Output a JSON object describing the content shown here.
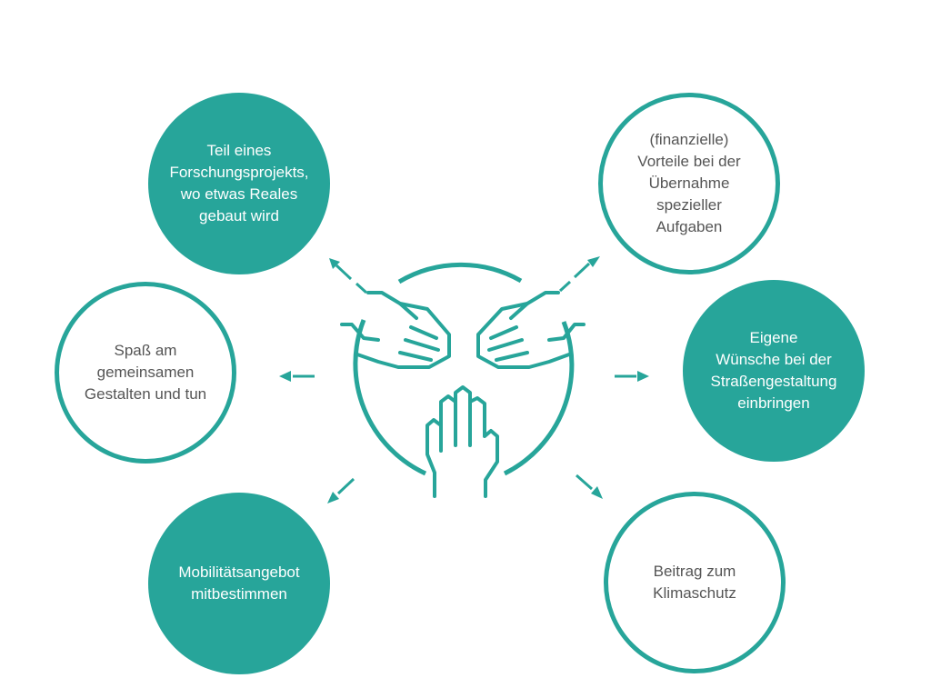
{
  "colors": {
    "accent": "#27a59a",
    "text_dark": "#555555",
    "text_light": "#ffffff"
  },
  "center_icon": "three-hands-icon",
  "nodes": [
    {
      "id": "research-project",
      "label": "Teil eines\nForschungsprojekts,\nwo etwas Reales\ngebaut wird",
      "style": "filled"
    },
    {
      "id": "financial-benefits",
      "label": "(finanzielle)\nVorteile bei der\nÜbernahme spezieller\nAufgaben",
      "style": "outline"
    },
    {
      "id": "fun-together",
      "label": "Spaß am\ngemeinsamen\nGestalten und tun",
      "style": "outline"
    },
    {
      "id": "own-wishes",
      "label": "Eigene\nWünsche bei der\nStraßengestaltung\neinbringen",
      "style": "filled"
    },
    {
      "id": "mobility-offer",
      "label": "Mobilitätsangebot\nmitbestimmen",
      "style": "filled"
    },
    {
      "id": "climate-protection",
      "label": "Beitrag zum\nKlimaschutz",
      "style": "outline"
    }
  ]
}
